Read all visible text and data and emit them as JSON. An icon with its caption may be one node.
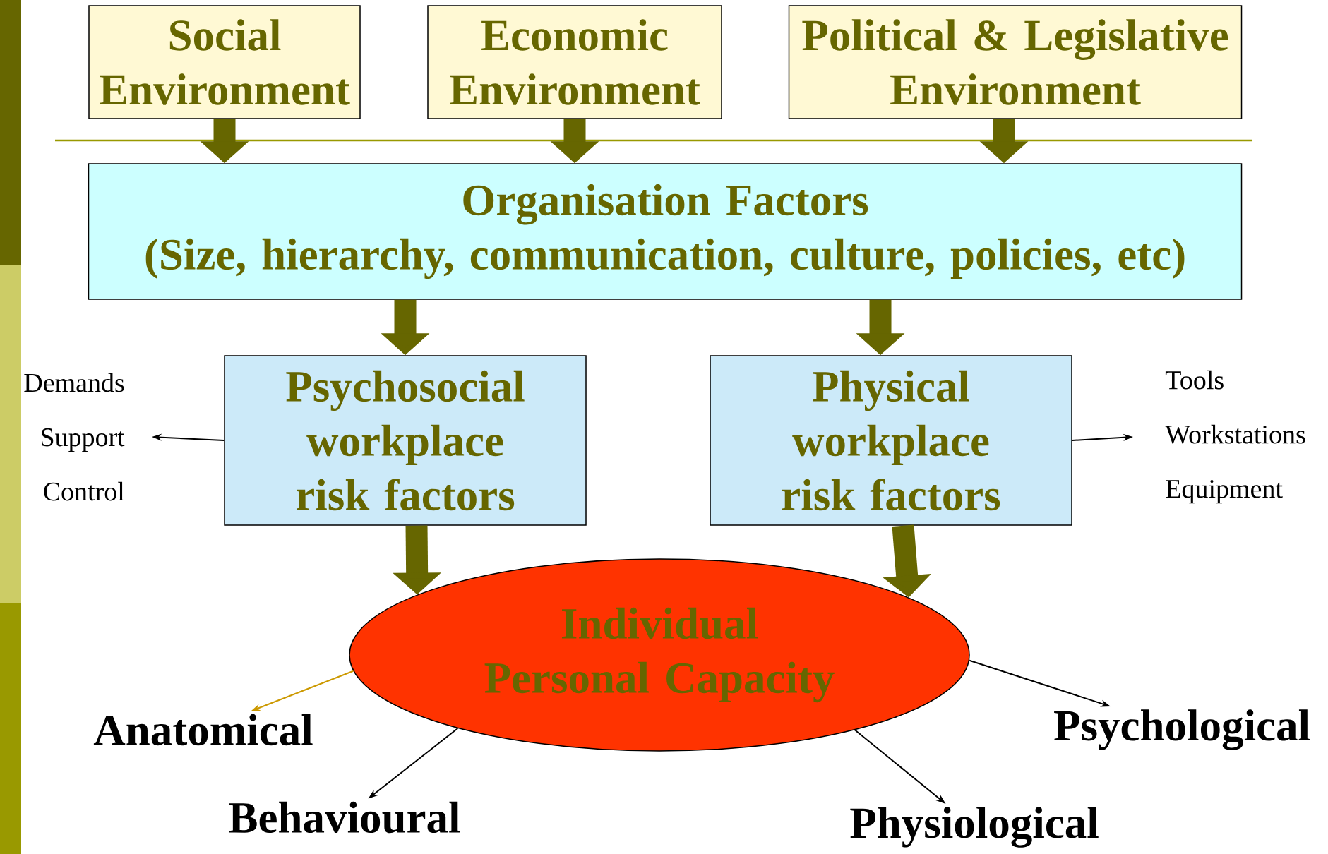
{
  "diagram": {
    "nodes": [
      {
        "text": [
          "Social Environment"
        ]
      },
      {
        "text": [
          "Economic Environment"
        ]
      },
      {
        "text": [
          "Political & Legislative Environment"
        ]
      },
      {
        "text": [
          "Organisation Factors",
          "(Size, hierarchy, communication, culture, policies, etc)"
        ]
      },
      {
        "text": [
          "Psychosocial workplace risk factors"
        ]
      },
      {
        "text": [
          "Physical workplace risk factors"
        ]
      },
      {
        "text": [
          "Individual Personal Capacity"
        ]
      },
      {
        "text": [
          "Demands",
          "Support",
          "Control"
        ]
      },
      {
        "text": [
          "Tools",
          "Workstations",
          "Equipment"
        ]
      },
      {
        "text": [
          "Anatomical"
        ]
      },
      {
        "text": [
          "Behavioural"
        ]
      },
      {
        "text": [
          "Physiological"
        ]
      },
      {
        "text": [
          "Psychological"
        ]
      }
    ],
    "edges": [
      {
        "from": 0,
        "to": 3,
        "arrow": "to"
      },
      {
        "from": 1,
        "to": 3,
        "arrow": "to"
      },
      {
        "from": 2,
        "to": 3,
        "arrow": "to"
      },
      {
        "from": 3,
        "to": 4,
        "arrow": "to"
      },
      {
        "from": 3,
        "to": 5,
        "arrow": "to"
      },
      {
        "from": 4,
        "to": 6,
        "arrow": "to"
      },
      {
        "from": 5,
        "to": 6,
        "arrow": "to"
      },
      {
        "from": 4,
        "to": 7,
        "arrow": "to",
        "color": "#000000"
      },
      {
        "from": 5,
        "to": 8,
        "arrow": "to",
        "color": "#000000"
      },
      {
        "from": 6,
        "to": 9,
        "arrow": "to",
        "color": "#cc9900"
      },
      {
        "from": 6,
        "to": 10,
        "arrow": "to",
        "color": "#000000"
      },
      {
        "from": 6,
        "to": 11,
        "arrow": "to",
        "color": "#000000"
      },
      {
        "from": 6,
        "to": 12,
        "arrow": "to",
        "color": "#000000"
      }
    ]
  }
}
